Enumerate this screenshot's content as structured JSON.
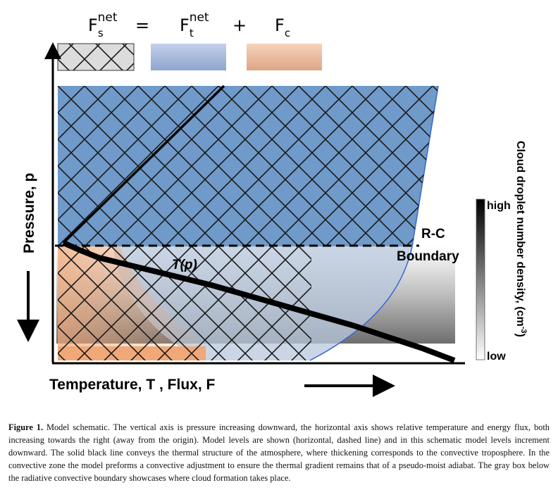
{
  "figure": {
    "equation": {
      "lhs": "F",
      "lhs_sub": "s",
      "lhs_sup": "net",
      "eq": "=",
      "t": "F",
      "t_sub": "t",
      "t_sup": "net",
      "plus": "+",
      "c": "F",
      "c_sub": "c"
    },
    "y_axis_label": "Pressure, p",
    "x_axis_label": "Temperature, T , Flux, F",
    "curve_label": "T(p)",
    "boundary_label_1": "R-C",
    "boundary_label_2": "Boundary",
    "colorbar": {
      "title": "Cloud droplet number density, (cm",
      "title_sup": "-3",
      "title_end": ")",
      "high": "high",
      "low": "low"
    },
    "colors": {
      "blue": "#6f9ac9",
      "orange": "#f0a878",
      "gray_legend": "#dcdcdc"
    }
  },
  "caption": {
    "label": "Figure 1.",
    "text": "Model schematic. The vertical axis is pressure increasing downward, the horizontal axis shows relative temperature and energy flux, both increasing towards the right (away from the origin). Model levels are shown (horizontal, dashed line) and in this schematic model levels increment downward. The solid black line conveys the thermal structure of the atmosphere, where thickening corresponds to the convective troposphere. In the convective zone the model preforms a convective adjustment to ensure the thermal gradient remains that of a pseudo-moist adiabat. The gray box below the radiative convective boundary showcases where cloud formation takes place."
  }
}
